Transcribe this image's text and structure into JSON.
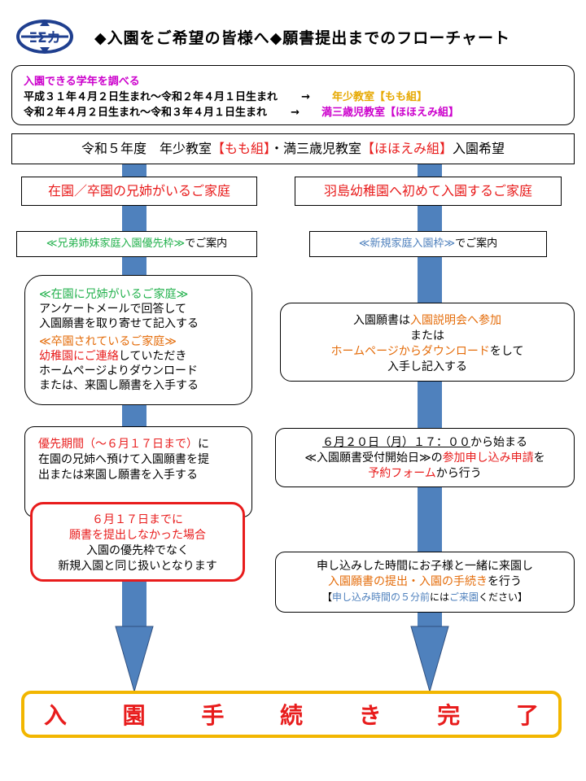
{
  "header": {
    "logo_text": "ΞΣカ",
    "title": "◆入園をご希望の皆様へ◆願書提出までのフローチャート"
  },
  "grade_box": {
    "heading": "入園できる学年を調べる",
    "row1_range": "平成３１年４月２日生まれ～令和２年４月１日生まれ",
    "row1_arrow": "→",
    "row1_target": "年少教室【もも組】",
    "row2_range": "令和２年４月２日生まれ～令和３年４月１日生まれ",
    "row2_arrow": "→",
    "row2_target": "満三歳児教室【ほほえみ組】"
  },
  "banner": {
    "p1": "令和５年度　年少教室",
    "p2": "【もも組】",
    "p3": "・満三歳児教室",
    "p4": "【ほほえみ組】",
    "p5": "入園希望"
  },
  "left": {
    "header": "在園／卒園の兄姉がいるご家庭",
    "guide": {
      "p1": "≪兄弟姉妹家庭入園優先枠≫",
      "p2": "でご案内"
    },
    "box1": {
      "h1": "≪在園に兄姉がいるご家庭≫",
      "l1": "アンケートメールで回答して",
      "l2": "入園願書を取り寄せて記入する",
      "h2": "≪卒園されているご家庭≫",
      "l3a": "幼稚園にご連絡",
      "l3b": "していただき",
      "l4": "ホームページよりダウンロード",
      "l5": "または、来園し願書を入手する"
    },
    "box2": {
      "l1a": "優先期間（～６月１７日まで）",
      "l1b": "に",
      "l2": "在園の兄姉へ預けて入園願書を提",
      "l3": "出または来園し願書を入手する"
    },
    "warning": {
      "l1": "６月１７日までに",
      "l2": "願書を提出しなかった場合",
      "l3": "入園の優先枠でなく",
      "l4": "新規入園と同じ扱いとなります"
    }
  },
  "right": {
    "header": "羽島幼稚園へ初めて入園するご家庭",
    "guide": {
      "p1": "≪新規家庭入園枠≫",
      "p2": "でご案内"
    },
    "box1": {
      "l1a": "入園願書は",
      "l1b": "入園説明会へ参加",
      "l2": "または",
      "l3a": "ホームページからダウンロード",
      "l3b": "をして",
      "l4": "入手し記入する"
    },
    "box2": {
      "l1a": "６月２０日（月）１７：００",
      "l1b": "から始まる",
      "l2a": "≪入園願書受付開始日≫の",
      "l2b": "参加申し込み申請",
      "l2c": "を",
      "l3a": "予約フォーム",
      "l3b": "から行う"
    },
    "box3": {
      "l1": "申し込みした時間にお子様と一緒に来園し",
      "l2a": "入園願書の提出・入園の手続き",
      "l2b": "を行う",
      "l3a": "【",
      "l3b": "申し込み時間の５分前",
      "l3c": "には",
      "l3d": "ご来園",
      "l3e": "ください】"
    }
  },
  "final": {
    "chars": [
      "入",
      "園",
      "手",
      "続",
      "き",
      "完",
      "了"
    ]
  },
  "colors": {
    "arrow_fill": "#4f81bd",
    "arrow_stroke": "#2f4f7f",
    "final_border": "#f2b600",
    "final_text": "#e81c1c",
    "warning_border": "#e81c1c"
  }
}
